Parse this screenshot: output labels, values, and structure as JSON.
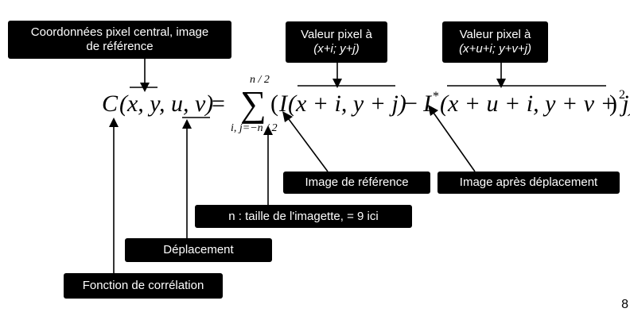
{
  "boxes": {
    "coords_center": {
      "line1": "Coordonnées pixel central, image",
      "line2": "de référence"
    },
    "value_xy": {
      "line1": "Valeur pixel à",
      "line2": "(x+i; y+j)"
    },
    "value_shift": {
      "line1": "Valeur pixel à",
      "line2": "(x+u+i; y+v+j)"
    },
    "ref_image": {
      "label": "Image de référence"
    },
    "shifted_image": {
      "label": "Image après déplacement"
    },
    "patch_size": {
      "label": "n : taille de l'imagette, = 9 ici"
    },
    "displacement": {
      "label": "Déplacement"
    },
    "correlation_fn": {
      "label": "Fonction de corrélation"
    }
  },
  "formula": {
    "C": "C",
    "args": "(x, y, u, v)",
    "equals": "=",
    "sigma": "∑",
    "upper_limit": "n / 2",
    "lower_limit": "i, j=−n / 2",
    "open": "(",
    "I": "I",
    "I_args": "(x + i, y + j)",
    "minus": "−",
    "I_star": "I",
    "star": "*",
    "I_star_args": "(x + u + i, y + v + j)",
    "close": ")",
    "exponent": "2"
  },
  "page_number": "8"
}
